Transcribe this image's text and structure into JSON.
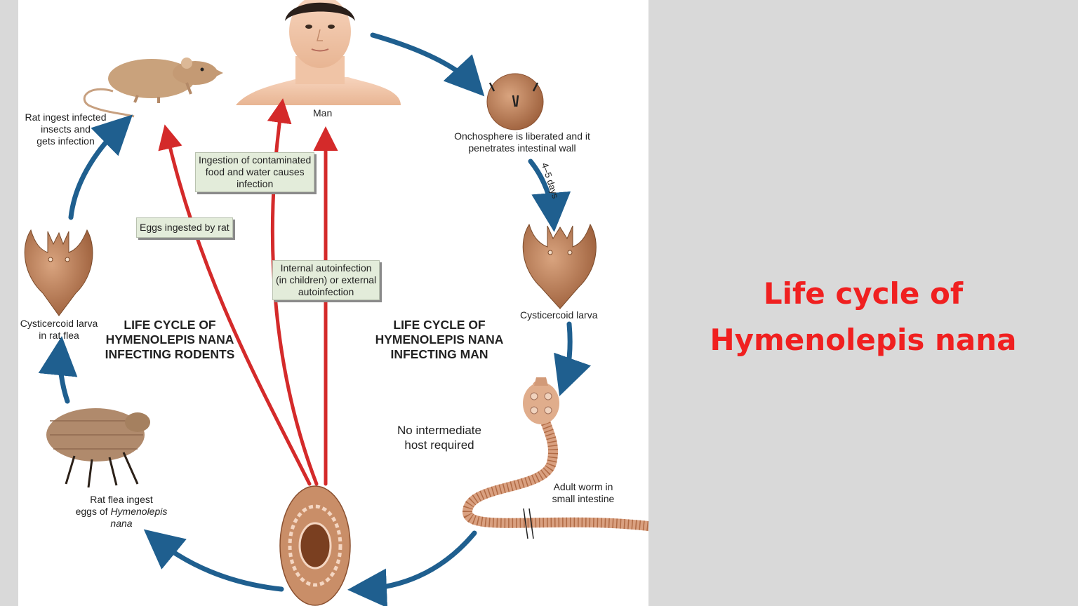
{
  "title": {
    "line1": "Life cycle of",
    "line2": "Hymenolepis nana"
  },
  "diagram": {
    "man_label": "Man",
    "rat_label": [
      "Rat ingest infected",
      "insects and",
      "gets infection"
    ],
    "onchosphere_label": [
      "Onchosphere is liberated and it",
      "penetrates intestinal wall"
    ],
    "days_label": "4–5 days",
    "cysticercoid_man_label": "Cysticercoid larva",
    "cysticercoid_flea_label": [
      "Cysticercoid larva",
      "in rat flea"
    ],
    "rodents_heading": [
      "LIFE CYCLE OF",
      "HYMENOLEPIS NANA",
      "INFECTING RODENTS"
    ],
    "man_heading": [
      "LIFE CYCLE OF",
      "HYMENOLEPIS NANA",
      "INFECTING MAN"
    ],
    "ingestion_callout": [
      "Ingestion of contaminated",
      "food and water causes",
      "infection"
    ],
    "eggs_rat_callout": "Eggs ingested by rat",
    "autoinfection_callout": [
      "Internal autoinfection",
      "(in children) or external",
      "autoinfection"
    ],
    "no_host_label": [
      "No intermediate",
      "host required"
    ],
    "adult_worm_label": [
      "Adult worm in",
      "small intestine"
    ],
    "flea_label": {
      "line1": "Rat flea ingest",
      "line2_prefix": "eggs of ",
      "line2_italic": "Hymenolepis",
      "line3_italic": "nana"
    }
  },
  "colors": {
    "title_red": "#f02020",
    "blue_arrow": "#1f5f8f",
    "red_arrow": "#d42a2a",
    "callout_bg": "#e3ecda",
    "background": "#d9d9d9",
    "organism_brown": "#c98e68"
  }
}
